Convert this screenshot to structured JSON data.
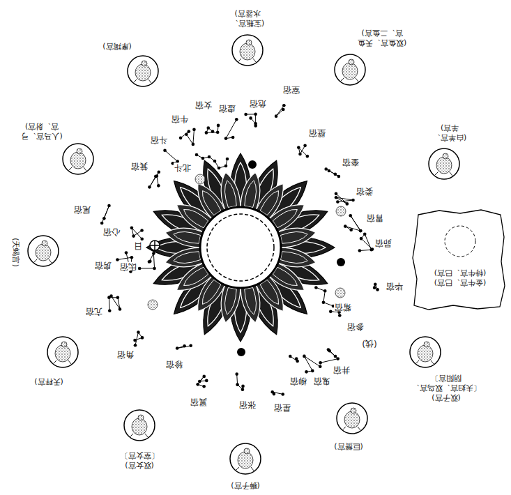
{
  "diagram": {
    "nodes": [
      {
        "text": [
          "(宝瓶宫、水器宫)"
        ]
      },
      {
        "text": [
          "(双鱼宫、天鱼宫、二鱼宫)"
        ]
      },
      {
        "text": [
          "(白羊宫、羊宫)"
        ]
      },
      {
        "text": [
          "(金牛宫、巳宫)",
          "(特牛宫、巳宫)"
        ]
      },
      {
        "text": [
          "(双子宫)",
          "〔夫妇宫、双鸟宫、阴阳宫〕"
        ]
      },
      {
        "text": [
          "(巨蟹宫)"
        ]
      },
      {
        "text": [
          "(狮子宫)"
        ]
      },
      {
        "text": [
          "(双女宫)",
          "〔室女宫〕"
        ]
      },
      {
        "text": [
          "(天秤宫)"
        ]
      },
      {
        "text": [
          "(天蝎宫)"
        ]
      },
      {
        "text": [
          "(人马宫、弓宫、射宫)"
        ]
      },
      {
        "text": [
          "(摩羯宫)"
        ]
      }
    ],
    "labels": [
      "室宿",
      "壁宿",
      "奎宿",
      "娄宿",
      "胃宿",
      "昴宿",
      "毕宿",
      "觜宿",
      "参宿",
      "(伐)",
      "井宿",
      "鬼宿",
      "柳宿",
      "星宿",
      "张宿",
      "翼宿",
      "轸宿",
      "角宿",
      "亢宿",
      "氐宿",
      "房宿",
      "心宿",
      "尾宿",
      "日",
      "箕宿",
      "斗宿",
      "北斗",
      "牛宿",
      "女宿",
      "虚宿",
      "危宿"
    ]
  }
}
